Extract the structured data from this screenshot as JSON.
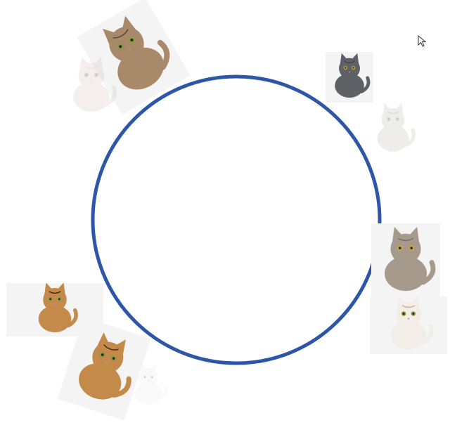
{
  "ring": {
    "color": "#2d56a8",
    "background": "#ffffff"
  },
  "photos": [
    {
      "name": "tabby-cat-close-up",
      "coat": "#a88a6a",
      "stripe": "#5a4634",
      "eye": "#8a9a3a",
      "faded": false
    },
    {
      "name": "sphynx-cat-sitting",
      "coat": "#d9c9bd",
      "stripe": "#b9a89c",
      "eye": "#8a8a8a",
      "faded": true
    },
    {
      "name": "grey-cat-lying",
      "coat": "#5e6266",
      "stripe": "#45484b",
      "eye": "#c9a53a",
      "faded": false
    },
    {
      "name": "tabby-kitten-sitting",
      "coat": "#c9c2b6",
      "stripe": "#8a8070",
      "eye": "#8a8a8a",
      "faded": true
    },
    {
      "name": "persian-cat-sitting",
      "coat": "#a59a8c",
      "stripe": "#7a6e60",
      "eye": "#c9a53a",
      "faded": false
    },
    {
      "name": "white-cat-walking",
      "coat": "#f2ede6",
      "stripe": "#d9b08a",
      "eye": "#8a9a3a",
      "faded": false
    },
    {
      "name": "bengal-cat-lying",
      "coat": "#c48a4a",
      "stripe": "#3e2a1a",
      "eye": "#8a9a3a",
      "faded": false
    },
    {
      "name": "bengal-cat-standing",
      "coat": "#c48a4a",
      "stripe": "#3e2a1a",
      "eye": "#8a9a3a",
      "faded": false
    },
    {
      "name": "white-cat-faded",
      "coat": "#eeeeee",
      "stripe": "#dddddd",
      "eye": "#cccccc",
      "faded": true
    }
  ],
  "cursor": {
    "icon": "mouse-pointer-icon"
  }
}
